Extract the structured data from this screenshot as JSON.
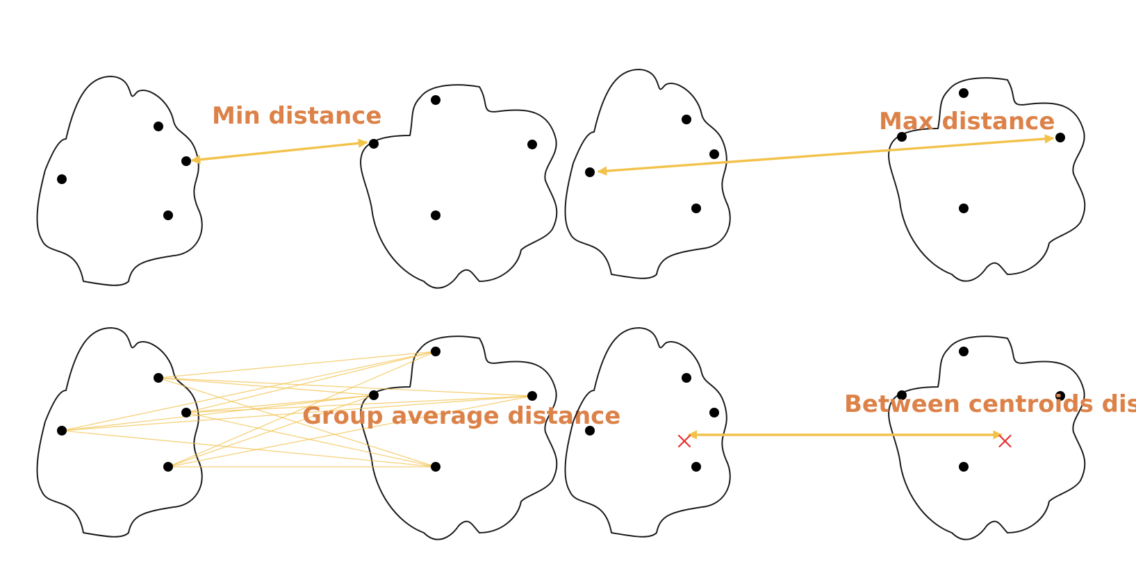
{
  "colors": {
    "label": "#DC8249",
    "arrow": "#F2C24B",
    "centroid_mark": "#E53030",
    "outline": "#1a1a1a",
    "point": "#000000"
  },
  "panels": [
    {
      "id": "min",
      "label": "Min distance",
      "connection": "single-arrow-closest-pair"
    },
    {
      "id": "max",
      "label": "Max distance",
      "connection": "single-arrow-farthest-pair"
    },
    {
      "id": "avg",
      "label": "Group average distance",
      "connection": "all-pairs-thin-lines"
    },
    {
      "id": "cen",
      "label": "Between centroids distance",
      "connection": "arrow-between-centroids",
      "centroid_icon": "x-mark-icon"
    }
  ]
}
